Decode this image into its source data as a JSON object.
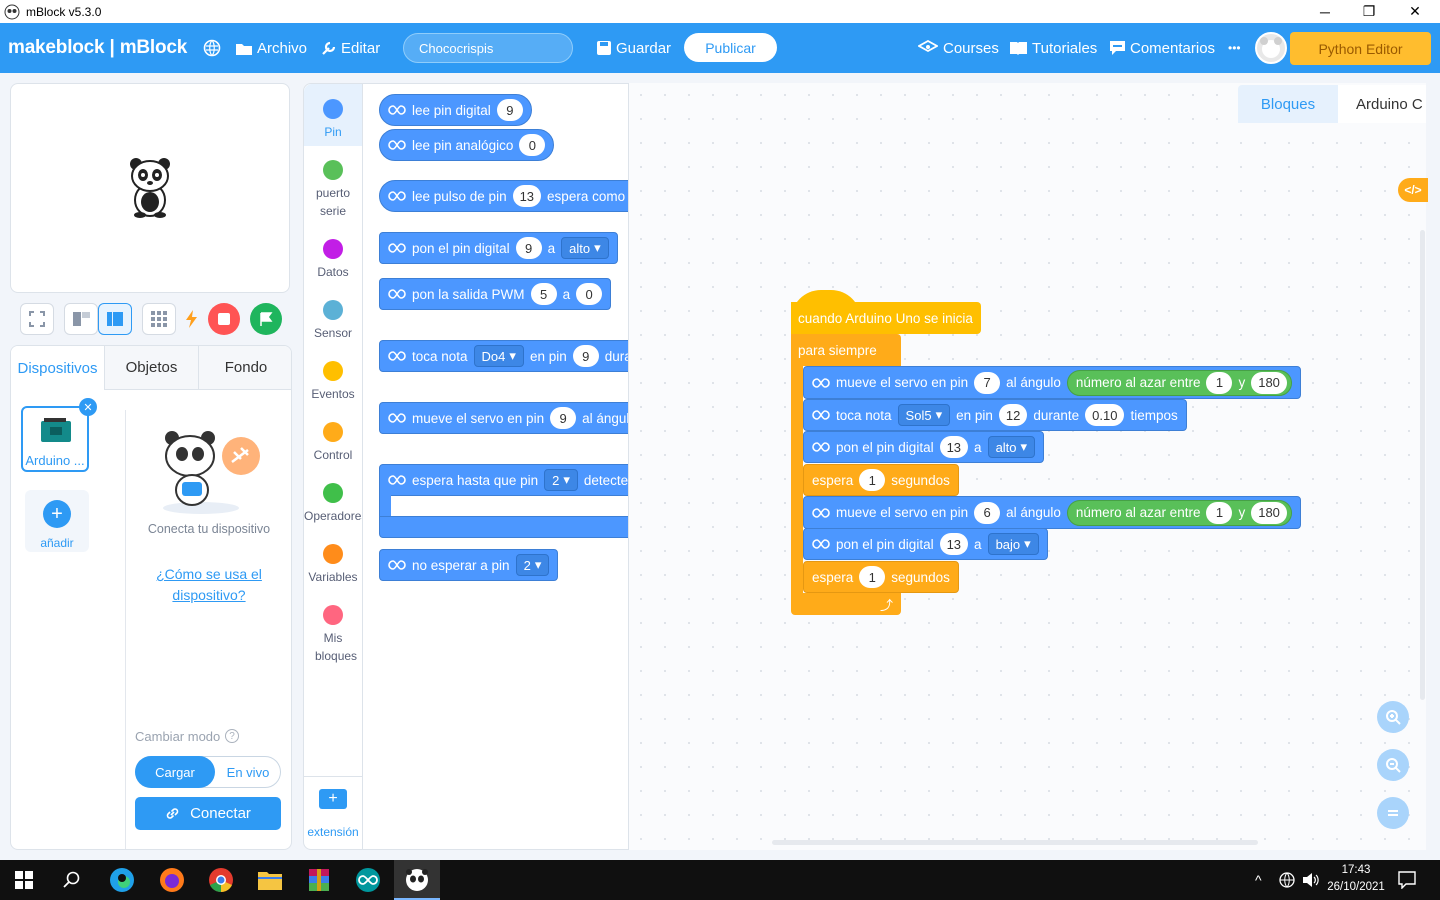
{
  "window": {
    "title": "mBlock v5.3.0",
    "min": "─",
    "max": "❐",
    "close": "✕"
  },
  "menu": {
    "logo": "makeblock | mBlock",
    "archivo": "Archivo",
    "editar": "Editar",
    "project_name": "Chococrispis",
    "guardar": "Guardar",
    "publicar": "Publicar",
    "courses": "Courses",
    "tutoriales": "Tutoriales",
    "comentarios": "Comentarios",
    "more": "•••",
    "python_editor": "Python Editor"
  },
  "devices": {
    "tabs": [
      "Dispositivos",
      "Objetos",
      "Fondo"
    ],
    "device_name": "Arduino ...",
    "add_label": "añadir",
    "connect_hint": "Conecta tu dispositivo",
    "howto_link": "¿Cómo se usa el dispositivo?",
    "mode_label": "Cambiar modo",
    "mode_upload": "Cargar",
    "mode_live": "En vivo",
    "connect_button": "Conectar"
  },
  "categories": [
    {
      "label": "Pin",
      "color": "#4c97ff"
    },
    {
      "label": "puerto serie",
      "color": "#59c059"
    },
    {
      "label": "Datos",
      "color": "#c21ee6"
    },
    {
      "label": "Sensor",
      "color": "#5cb1d6"
    },
    {
      "label": "Eventos",
      "color": "#ffbf00"
    },
    {
      "label": "Control",
      "color": "#ffab19"
    },
    {
      "label": "Operadores",
      "color": "#40bf4a"
    },
    {
      "label": "Variables",
      "color": "#ff8c1a"
    },
    {
      "label": "Mis bloques",
      "color": "#ff6680"
    }
  ],
  "extension_label": "extensión",
  "palette": {
    "b1": {
      "t1": "lee pin digital",
      "v1": "9"
    },
    "b2": {
      "t1": "lee pin analógico",
      "v1": "0"
    },
    "b3": {
      "t1": "lee pulso de pin",
      "v1": "13",
      "t2": "espera como"
    },
    "b4": {
      "t1": "pon el pin digital",
      "v1": "9",
      "t2": "a",
      "d1": "alto"
    },
    "b5": {
      "t1": "pon la salida PWM",
      "v1": "5",
      "t2": "a",
      "v2": "0"
    },
    "b6": {
      "t1": "toca nota",
      "d1": "Do4",
      "t2": "en pin",
      "v1": "9",
      "t3": "dura"
    },
    "b7": {
      "t1": "mueve el servo en pin",
      "v1": "9",
      "t2": "al ángul"
    },
    "b8": {
      "t1": "espera hasta que pin",
      "d1": "2",
      "t2": "detecte"
    },
    "b9": {
      "t1": "no esperar a pin",
      "d1": "2"
    }
  },
  "workspace_tabs": {
    "bloques": "Bloques",
    "code": "Arduino C"
  },
  "script": {
    "hat": "cuando Arduino Uno se inicia",
    "forever": "para siempre",
    "s1": {
      "t1": "mueve el servo en pin",
      "v1": "7",
      "t2": "al ángulo",
      "r1": "número al azar entre",
      "r_v1": "1",
      "r_and": "y",
      "r_v2": "180"
    },
    "s2": {
      "t1": "toca nota",
      "d1": "Sol5",
      "t2": "en pin",
      "v1": "12",
      "t3": "durante",
      "v2": "0.10",
      "t4": "tiempos"
    },
    "s3": {
      "t1": "pon el pin digital",
      "v1": "13",
      "t2": "a",
      "d1": "alto"
    },
    "s4": {
      "t1": "espera",
      "v1": "1",
      "t2": "segundos"
    },
    "s5": {
      "t1": "mueve el servo en pin",
      "v1": "6",
      "t2": "al ángulo",
      "r1": "número al azar entre",
      "r_v1": "1",
      "r_and": "y",
      "r_v2": "180"
    },
    "s6": {
      "t1": "pon el pin digital",
      "v1": "13",
      "t2": "a",
      "d1": "bajo"
    },
    "s7": {
      "t1": "espera",
      "v1": "1",
      "t2": "segundos"
    }
  },
  "taskbar": {
    "time": "17:43",
    "date": "26/10/2021"
  }
}
